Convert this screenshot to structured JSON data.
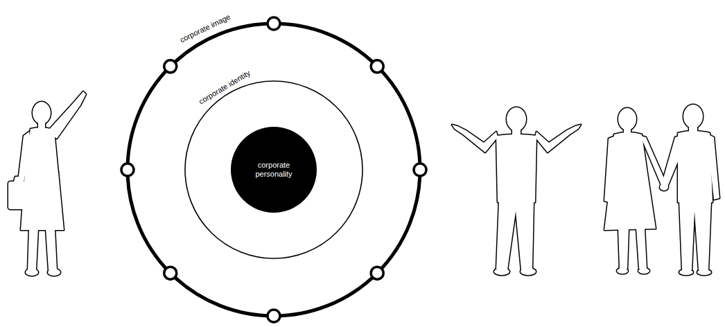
{
  "diagram": {
    "nodes": [
      {
        "text": [
          "corporate image"
        ]
      },
      {
        "text": [
          "corporate identity"
        ],
        "in": 0
      },
      {
        "text": [
          "corporate personality"
        ],
        "in": 1
      }
    ]
  }
}
